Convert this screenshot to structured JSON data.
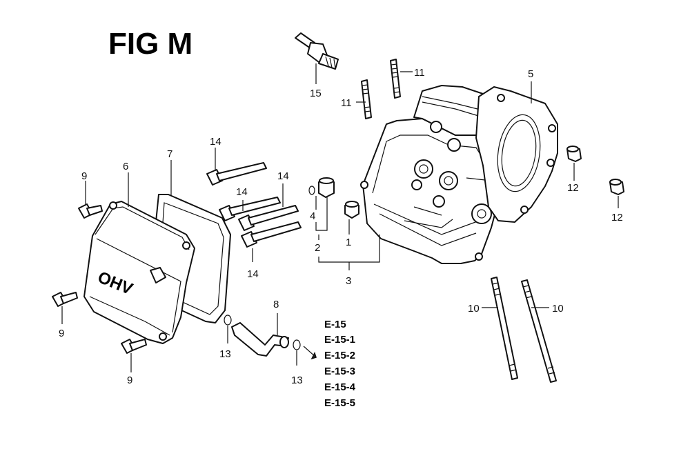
{
  "title": "FIG M",
  "callouts": {
    "c1": "1",
    "c2": "2",
    "c3": "3",
    "c4": "4",
    "c5": "5",
    "c6": "6",
    "c7": "7",
    "c8": "8",
    "c9a": "9",
    "c9b": "9",
    "c9c": "9",
    "c10a": "10",
    "c10b": "10",
    "c11a": "11",
    "c11b": "11",
    "c12a": "12",
    "c12b": "12",
    "c13a": "13",
    "c13b": "13",
    "c14a": "14",
    "c14b": "14",
    "c14c": "14",
    "c14d": "14",
    "c15": "15"
  },
  "references": [
    "E-15",
    "E-15-1",
    "E-15-2",
    "E-15-3",
    "E-15-4",
    "E-15-5"
  ],
  "cover_lettering": "OHV"
}
